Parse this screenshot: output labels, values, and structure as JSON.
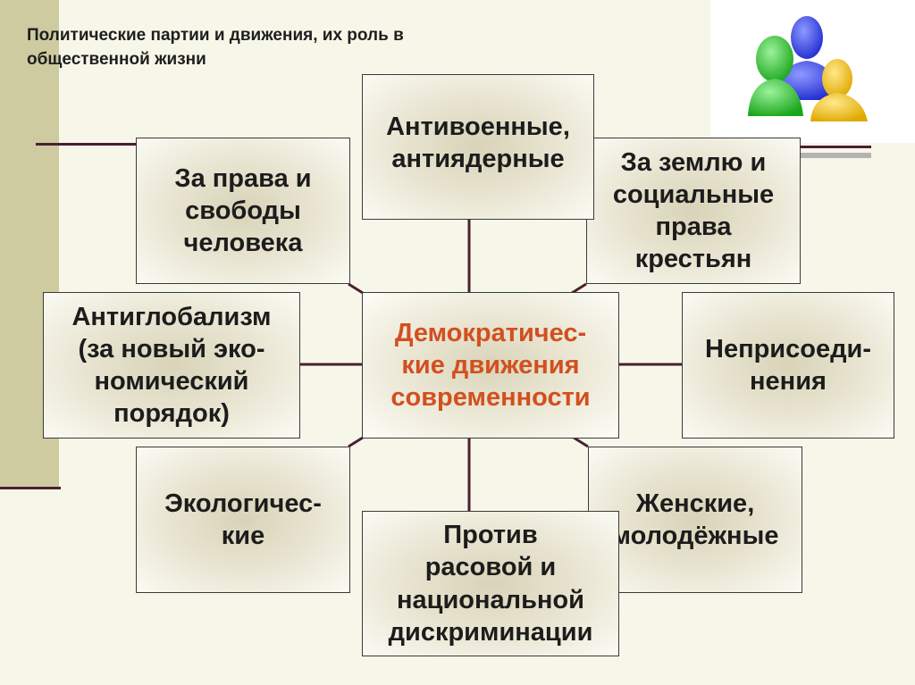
{
  "title": "Политические партии и движения, их роль в\nобщественной жизни",
  "center": "Демократичес-\nкие движения\nсовременности",
  "boxes": {
    "antiwar": "Антивоенные,\nантиядерные",
    "rights": "За права и\nсвободы\nчеловека",
    "land": "За землю и\nсоциальные\nправа\nкрестьян",
    "antiglobal": "Антиглобализм\n(за новый эко-\nномический\nпорядок)",
    "nonaligned": "Неприсоеди-\nнения",
    "ecology": "Экологичес-\nкие",
    "women": "Женские,\nмолодёжные",
    "antiracism": "Против\nрасовой и\nнациональной\nдискриминации"
  },
  "colors": {
    "center_text": "#d24f1f",
    "line": "#4a1f33",
    "sidebar": "#cdcb9f",
    "person_blue": "#2f3fe0",
    "person_green": "#2fc52f",
    "person_yellow": "#f2c21b"
  },
  "icon": "people-group-icon"
}
